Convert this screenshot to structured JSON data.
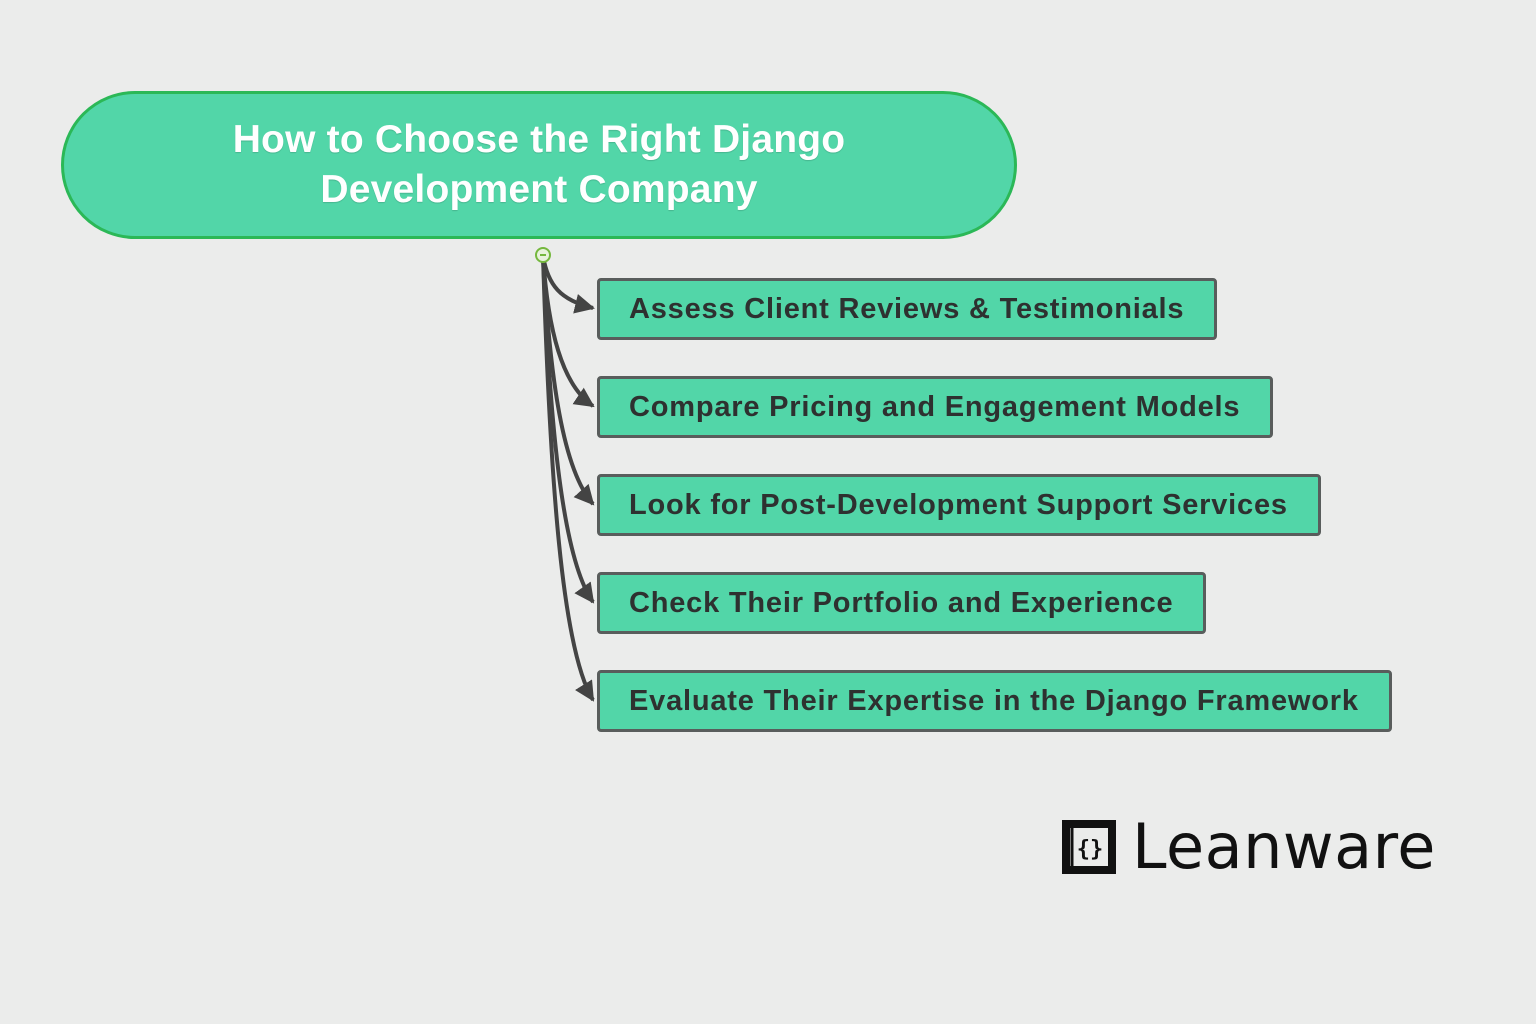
{
  "diagram": {
    "root": {
      "title": "How to Choose the Right Django Development Company"
    },
    "children": [
      {
        "label": "Assess Client Reviews & Testimonials"
      },
      {
        "label": "Compare Pricing and Engagement Models"
      },
      {
        "label": "Look for Post-Development Support Services"
      },
      {
        "label": "Check Their Portfolio and Experience"
      },
      {
        "label": "Evaluate Their Expertise in the Django Framework"
      }
    ]
  },
  "branding": {
    "logo_text": "Leanware",
    "logo_icon": "bracket-box-logo-icon"
  },
  "colors": {
    "background": "#ebeceb",
    "node_fill": "#52d6a8",
    "root_border": "#2bb857",
    "child_border": "#595d5c",
    "connector": "#444444",
    "root_text": "#ffffff",
    "child_text": "#2e3130",
    "toggle": "#75b83e"
  }
}
